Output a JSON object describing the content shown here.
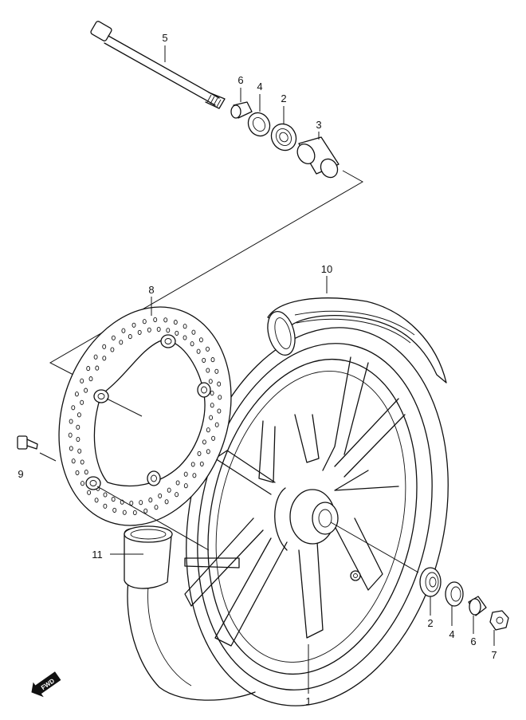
{
  "callouts": {
    "axle": "5",
    "spacer_top": "6",
    "dust_seal_top": "4",
    "bearing_top": "2",
    "distance_collar": "3",
    "tire": "10",
    "brake_disc": "8",
    "disc_bolt": "9",
    "valve": "11",
    "bearing_right": "2",
    "dust_seal_right": "4",
    "spacer_right": "6",
    "axle_nut": "7",
    "wheel": "1"
  },
  "fwd_badge": "FWD"
}
